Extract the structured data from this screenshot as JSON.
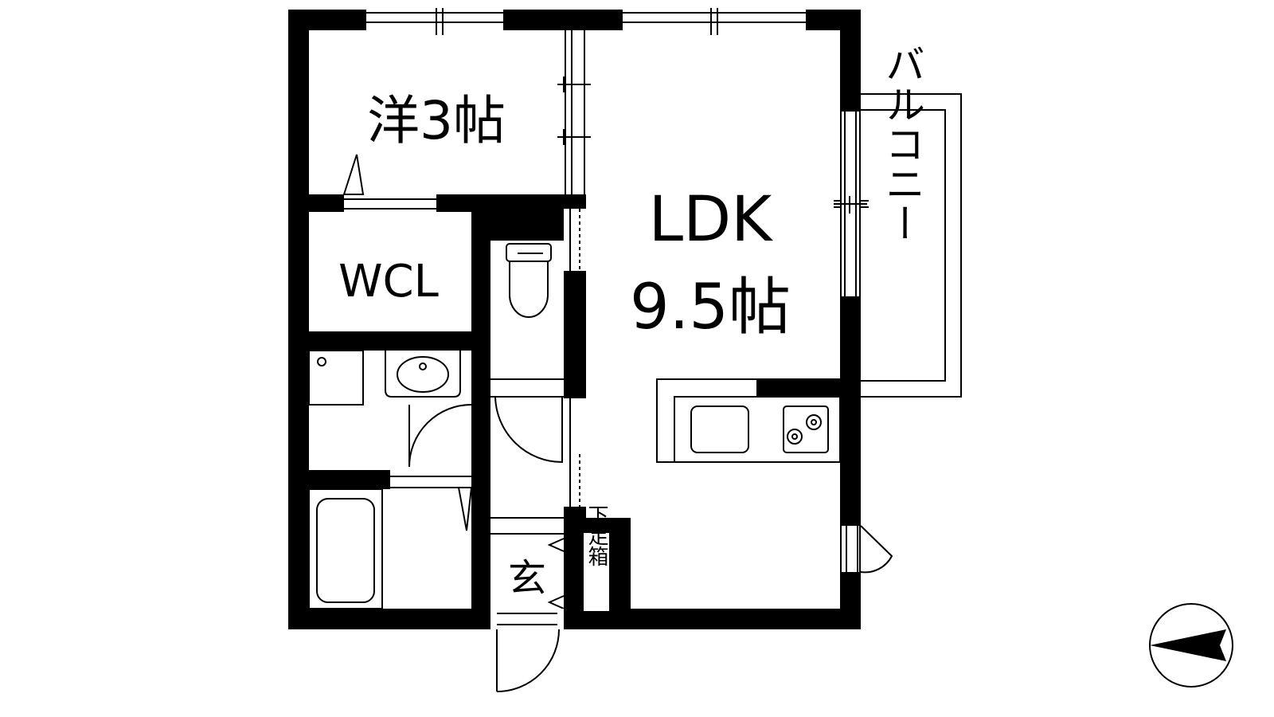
{
  "rooms": {
    "western": {
      "label": "洋3帖"
    },
    "wcl": {
      "label": "WCL"
    },
    "ldk": {
      "label": "LDK",
      "size": "9.5帖"
    },
    "balcony": {
      "label": "バルコニー"
    },
    "entrance": {
      "label": "玄"
    },
    "shoe_box": {
      "label": "下足箱"
    }
  },
  "colors": {
    "wall": "#000000",
    "line": "#000000",
    "background": "#ffffff"
  },
  "icons": {
    "compass": "north-arrow-icon"
  }
}
